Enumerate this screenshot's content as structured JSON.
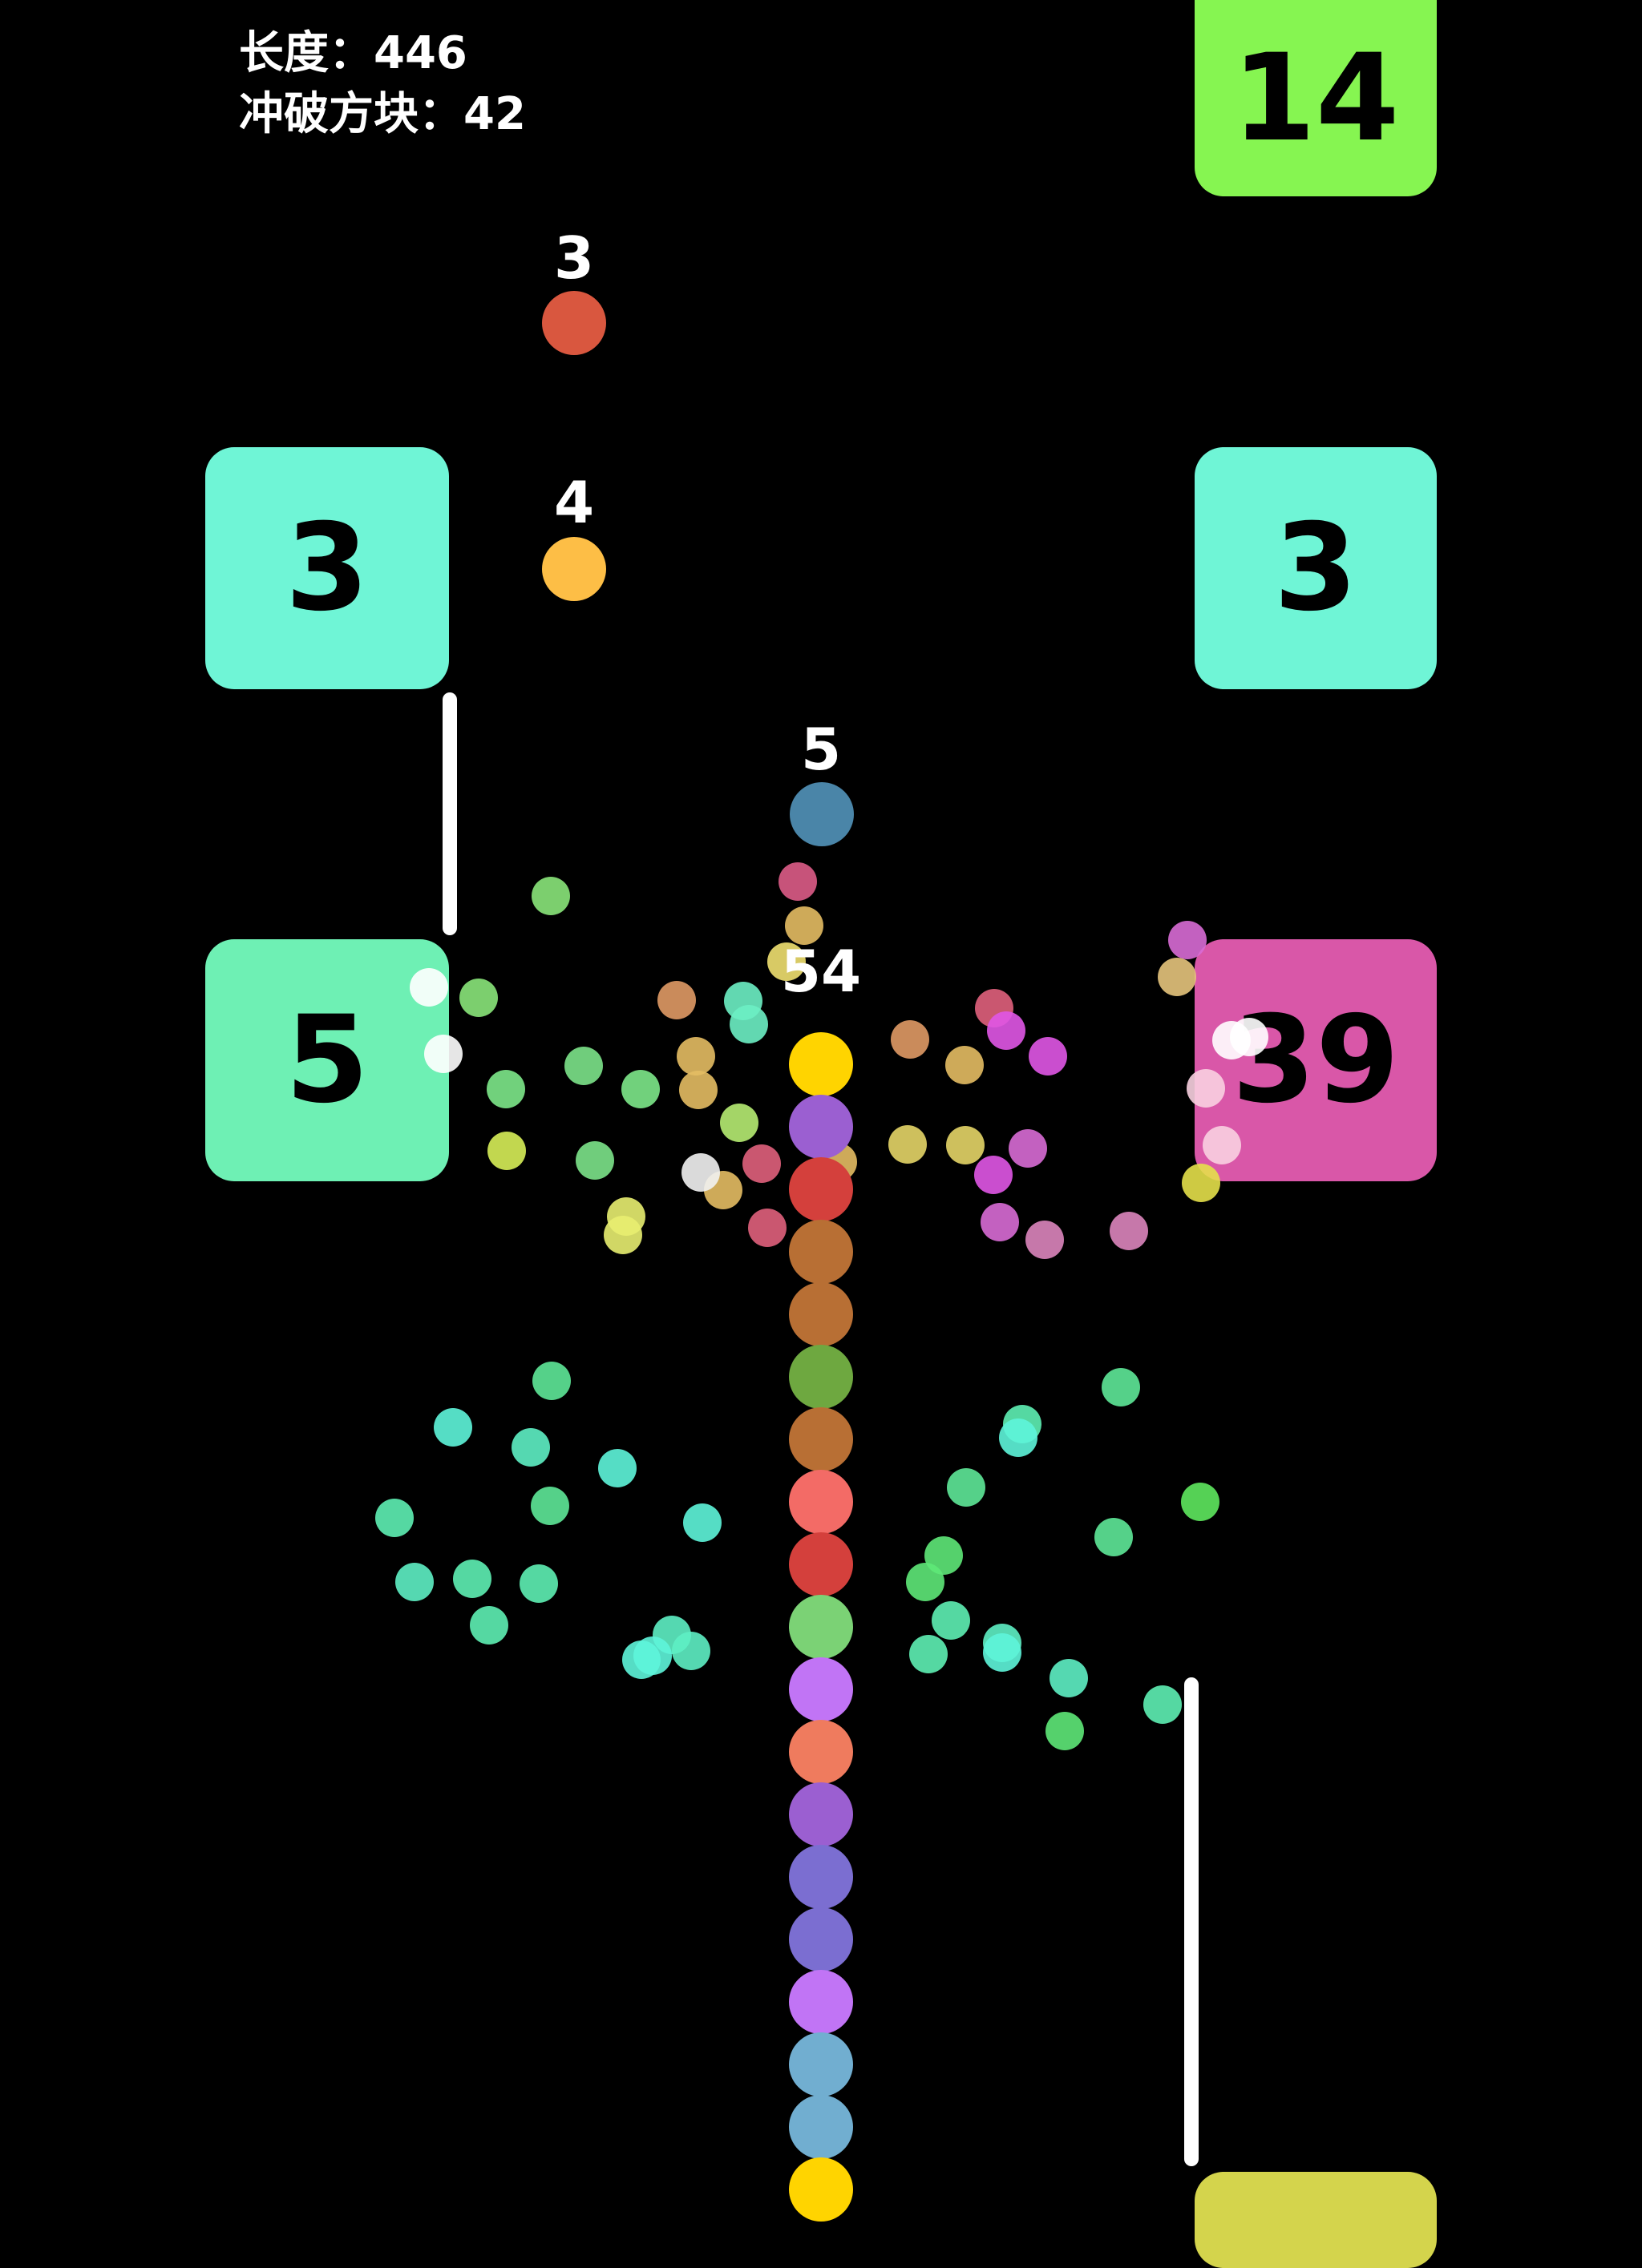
{
  "hud": {
    "length_text": "长度：446",
    "blocks_broken_text": "冲破方块：42"
  },
  "colors": {
    "background": "#000000",
    "block_cyan": "#6ff5d6",
    "block_mint": "#6ef0b4",
    "block_green": "#86f551",
    "block_magenta": "#d957a8",
    "block_yellow": "#d4d44c",
    "wall": "#ffffff"
  },
  "blocks": [
    {
      "id": "top-right",
      "value": "14",
      "color": "#86f551"
    },
    {
      "id": "mid-left",
      "value": "3",
      "color": "#6ff5d6"
    },
    {
      "id": "mid-right",
      "value": "3",
      "color": "#6ff5d6"
    },
    {
      "id": "low-left",
      "value": "5",
      "color": "#6ef0b4"
    },
    {
      "id": "low-right",
      "value": "39",
      "color": "#d957a8"
    },
    {
      "id": "bottom-right",
      "value": "",
      "color": "#d4d44c"
    }
  ],
  "pickups": [
    {
      "value": "3",
      "color": "#d9573f"
    },
    {
      "value": "4",
      "color": "#fdbe46"
    },
    {
      "value": "5",
      "color": "#4a85a8"
    }
  ],
  "snake": {
    "length_label": "54",
    "segment_colors": [
      "#ffd400",
      "#9b5fd1",
      "#d4403c",
      "#b86f34",
      "#b86f34",
      "#6ea840",
      "#b86f34",
      "#f36b66",
      "#d4403c",
      "#7bd275",
      "#c174f5",
      "#ef7b5e",
      "#9b5fd1",
      "#7b6ed1",
      "#7b6ed1",
      "#c174f5",
      "#71aed0",
      "#71aed0",
      "#ffd400"
    ]
  }
}
